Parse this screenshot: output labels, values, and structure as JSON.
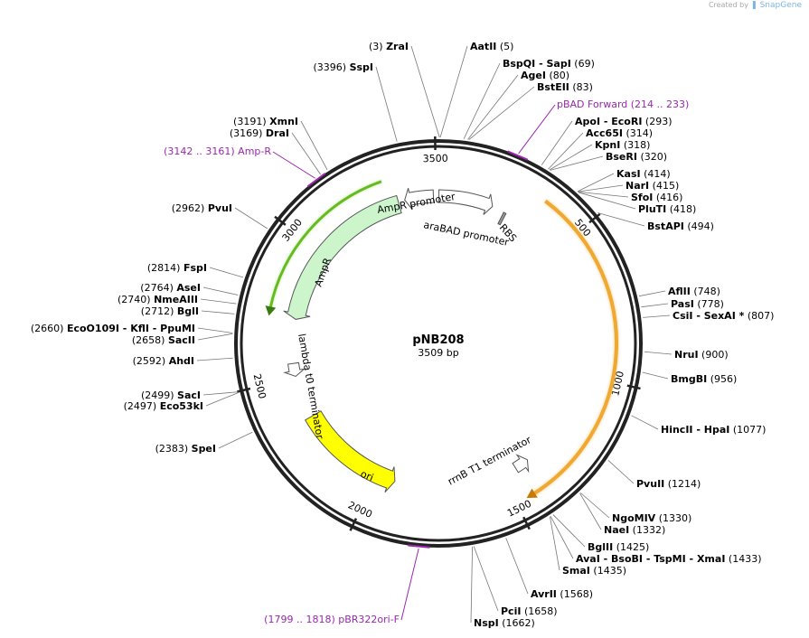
{
  "credit": {
    "prefix": "Created by",
    "brand": "SnapGene"
  },
  "plasmid": {
    "name": "pNB208",
    "length_label": "3509 bp",
    "length": 3509
  },
  "ticks": [
    {
      "pos": 500,
      "label": "500"
    },
    {
      "pos": 1000,
      "label": "1000"
    },
    {
      "pos": 1500,
      "label": "1500"
    },
    {
      "pos": 2000,
      "label": "2000"
    },
    {
      "pos": 2500,
      "label": "2500"
    },
    {
      "pos": 3000,
      "label": "3000"
    },
    {
      "pos": 3500,
      "label": "3500"
    }
  ],
  "sites": [
    {
      "name": "ZraI",
      "pos": 3,
      "text": "(3)"
    },
    {
      "name": "AatII",
      "pos": 5,
      "text": "(5)"
    },
    {
      "name": "BspQI  -  SapI",
      "pos": 69,
      "text": "(69)"
    },
    {
      "name": "AgeI",
      "pos": 80,
      "text": "(80)"
    },
    {
      "name": "BstEII",
      "pos": 83,
      "text": "(83)"
    },
    {
      "name": "ApoI  -  EcoRI",
      "pos": 293,
      "text": "(293)"
    },
    {
      "name": "Acc65I",
      "pos": 314,
      "text": "(314)"
    },
    {
      "name": "KpnI",
      "pos": 318,
      "text": "(318)"
    },
    {
      "name": "BseRI",
      "pos": 320,
      "text": "(320)"
    },
    {
      "name": "KasI",
      "pos": 414,
      "text": "(414)"
    },
    {
      "name": "NarI",
      "pos": 415,
      "text": "(415)"
    },
    {
      "name": "SfoI",
      "pos": 416,
      "text": "(416)"
    },
    {
      "name": "PluTI",
      "pos": 418,
      "text": "(418)"
    },
    {
      "name": "BstAPI",
      "pos": 494,
      "text": "(494)"
    },
    {
      "name": "AflII",
      "pos": 748,
      "text": "(748)"
    },
    {
      "name": "PasI",
      "pos": 778,
      "text": "(778)"
    },
    {
      "name": "CsiI  -  SexAI *",
      "pos": 807,
      "text": "(807)"
    },
    {
      "name": "NruI",
      "pos": 900,
      "text": "(900)"
    },
    {
      "name": "BmgBI",
      "pos": 956,
      "text": "(956)"
    },
    {
      "name": "HincII  -  HpaI",
      "pos": 1077,
      "text": "(1077)"
    },
    {
      "name": "PvuII",
      "pos": 1214,
      "text": "(1214)"
    },
    {
      "name": "NgoMIV",
      "pos": 1330,
      "text": "(1330)"
    },
    {
      "name": "NaeI",
      "pos": 1332,
      "text": "(1332)"
    },
    {
      "name": "BglII",
      "pos": 1425,
      "text": "(1425)"
    },
    {
      "name": "AvaI  -  BsoBI  -  TspMI  -  XmaI",
      "pos": 1433,
      "text": "(1433)"
    },
    {
      "name": "SmaI",
      "pos": 1435,
      "text": "(1435)"
    },
    {
      "name": "AvrII",
      "pos": 1568,
      "text": "(1568)"
    },
    {
      "name": "PciI",
      "pos": 1658,
      "text": "(1658)"
    },
    {
      "name": "NspI",
      "pos": 1662,
      "text": "(1662)"
    },
    {
      "name": "SpeI",
      "pos": 2383,
      "text": "(2383)"
    },
    {
      "name": "Eco53kI",
      "pos": 2497,
      "text": "(2497)"
    },
    {
      "name": "SacI",
      "pos": 2499,
      "text": "(2499)"
    },
    {
      "name": "AhdI",
      "pos": 2592,
      "text": "(2592)"
    },
    {
      "name": "SacII",
      "pos": 2658,
      "text": "(2658)"
    },
    {
      "name": "EcoO109I  -  KflI  -  PpuMI",
      "pos": 2660,
      "text": "(2660)"
    },
    {
      "name": "BglI",
      "pos": 2712,
      "text": "(2712)"
    },
    {
      "name": "NmeAIII",
      "pos": 2740,
      "text": "(2740)"
    },
    {
      "name": "AseI",
      "pos": 2764,
      "text": "(2764)"
    },
    {
      "name": "FspI",
      "pos": 2814,
      "text": "(2814)"
    },
    {
      "name": "PvuI",
      "pos": 2962,
      "text": "(2962)"
    },
    {
      "name": "DraI",
      "pos": 3169,
      "text": "(3169)"
    },
    {
      "name": "XmnI",
      "pos": 3191,
      "text": "(3191)"
    },
    {
      "name": "SspI",
      "pos": 3396,
      "text": "(3396)"
    }
  ],
  "primers": [
    {
      "name": "pBAD Forward",
      "range": "(214 .. 233)",
      "pos": 223
    },
    {
      "name": "pBR322ori-F",
      "range": "(1799 .. 1818)",
      "pos": 1808
    },
    {
      "name": "Amp-R",
      "range": "(3142 .. 3161)",
      "pos": 3151
    }
  ],
  "features": [
    {
      "name": "araBAD promoter",
      "type": "promoter",
      "color": "#ffffff"
    },
    {
      "name": "AmpR promoter",
      "type": "promoter",
      "color": "#ffffff"
    },
    {
      "name": "RBS",
      "type": "rbs",
      "color": "#999999"
    },
    {
      "name": "AmpR",
      "type": "cds",
      "color": "#ccf5cc"
    },
    {
      "name": "lambda t0 terminator",
      "type": "terminator",
      "color": "#ffffff"
    },
    {
      "name": "ori",
      "type": "origin",
      "color": "#ffff00"
    },
    {
      "name": "rrnB T1 terminator",
      "type": "terminator",
      "color": "#ffffff"
    }
  ],
  "colors": {
    "aracArc": "#f0a830",
    "ampGlow": "#66bb22",
    "primer": "#9b27b0"
  }
}
